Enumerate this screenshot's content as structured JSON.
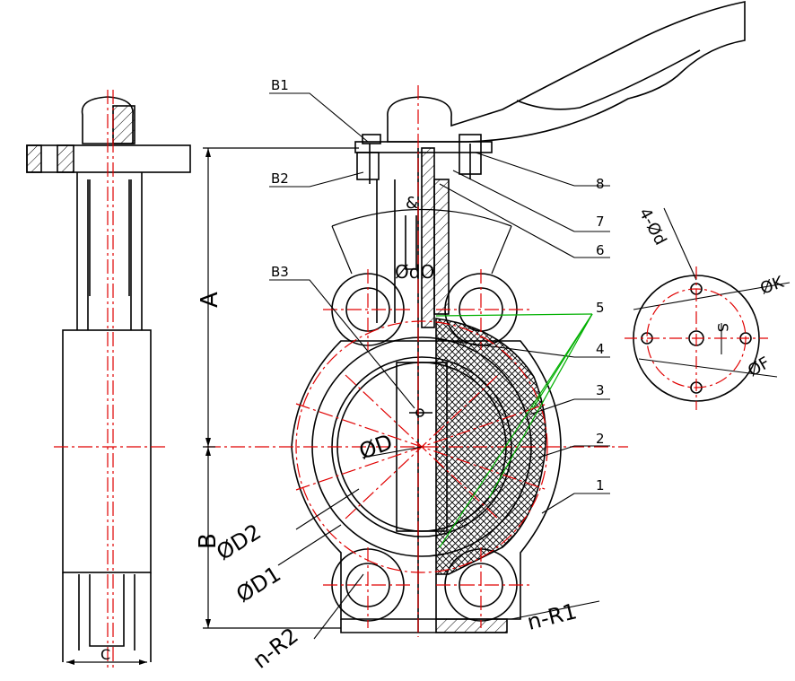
{
  "labels": {
    "B1": "B1",
    "B2": "B2",
    "B3": "B3",
    "A": "A",
    "B": "B",
    "C": "C",
    "phiD": "ØD",
    "phiD1": "ØD1",
    "phiD2": "ØD2",
    "phiD0": "ØdO",
    "nR1": "n-R1",
    "nR2": "n-R2",
    "holes": "4-Ød",
    "phiK": "ØK",
    "phiF": "ØF",
    "S": "S",
    "amp": "&",
    "p1": "1",
    "p2": "2",
    "p3": "3",
    "p4": "4",
    "p5": "5",
    "p6": "6",
    "p7": "7",
    "p8": "8"
  },
  "colors": {
    "outline": "#000000",
    "centerline": "#e00000",
    "leader": "#00b000",
    "background": "#ffffff"
  }
}
